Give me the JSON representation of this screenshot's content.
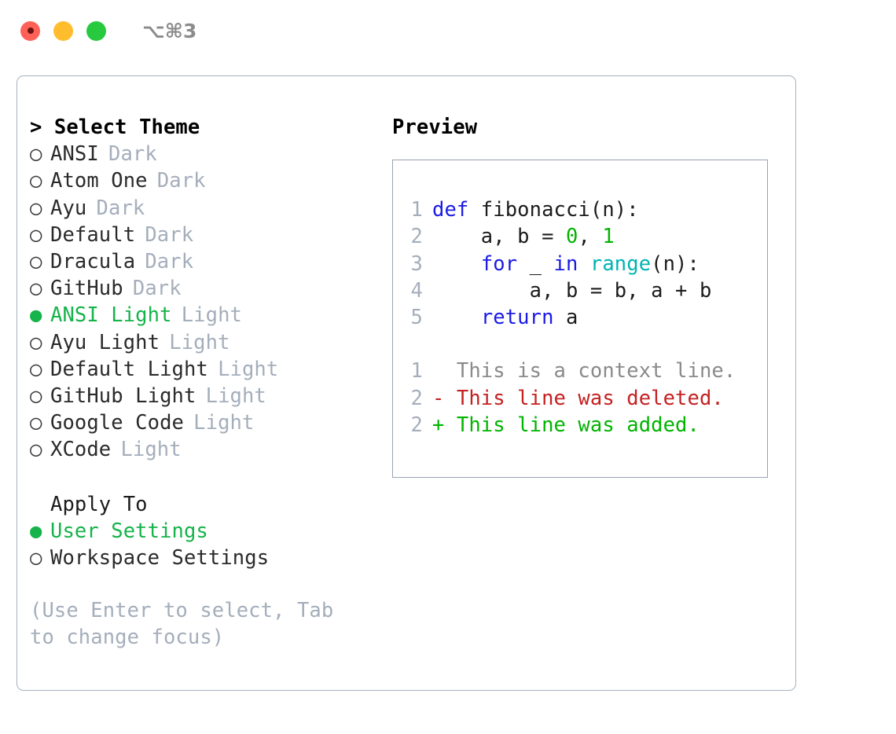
{
  "titlebar": {
    "buttons": [
      {
        "name": "close",
        "color": "#ff6159"
      },
      {
        "name": "minimize",
        "color": "#ffbd2e"
      },
      {
        "name": "maximize",
        "color": "#27c93f"
      }
    ],
    "shortcut": "⌥⌘3"
  },
  "theme_picker": {
    "heading": "> Select Theme",
    "selected_bullet": "●",
    "unselected_bullet": "○",
    "accent_color": "#16b34a",
    "tag_color": "#a4aebb",
    "items": [
      {
        "label": "ANSI",
        "tag": "Dark",
        "selected": false
      },
      {
        "label": "Atom One",
        "tag": "Dark",
        "selected": false
      },
      {
        "label": "Ayu",
        "tag": "Dark",
        "selected": false
      },
      {
        "label": "Default",
        "tag": "Dark",
        "selected": false
      },
      {
        "label": "Dracula",
        "tag": "Dark",
        "selected": false
      },
      {
        "label": "GitHub",
        "tag": "Dark",
        "selected": false
      },
      {
        "label": "ANSI Light",
        "tag": "Light",
        "selected": true
      },
      {
        "label": "Ayu Light",
        "tag": "Light",
        "selected": false
      },
      {
        "label": "Default Light",
        "tag": "Light",
        "selected": false
      },
      {
        "label": "GitHub Light",
        "tag": "Light",
        "selected": false
      },
      {
        "label": "Google Code",
        "tag": "Light",
        "selected": false
      },
      {
        "label": "XCode",
        "tag": "Light",
        "selected": false
      }
    ]
  },
  "apply_to": {
    "title": "Apply To",
    "items": [
      {
        "label": "User Settings",
        "selected": true
      },
      {
        "label": "Workspace Settings",
        "selected": false
      }
    ]
  },
  "hint": "(Use Enter to select, Tab to change focus)",
  "preview": {
    "heading": "Preview",
    "code_lines": [
      {
        "number": "1",
        "tokens": [
          {
            "text": "def",
            "kind": "kw"
          },
          {
            "text": " fibonacci(n):",
            "kind": "txt"
          }
        ]
      },
      {
        "number": "2",
        "tokens": [
          {
            "text": "    a, b = ",
            "kind": "txt"
          },
          {
            "text": "0",
            "kind": "num"
          },
          {
            "text": ", ",
            "kind": "txt"
          },
          {
            "text": "1",
            "kind": "num"
          }
        ]
      },
      {
        "number": "3",
        "tokens": [
          {
            "text": "    ",
            "kind": "txt"
          },
          {
            "text": "for",
            "kind": "kw"
          },
          {
            "text": " _ ",
            "kind": "txt"
          },
          {
            "text": "in",
            "kind": "kw"
          },
          {
            "text": " ",
            "kind": "txt"
          },
          {
            "text": "range",
            "kind": "fn"
          },
          {
            "text": "(n):",
            "kind": "txt"
          }
        ]
      },
      {
        "number": "4",
        "tokens": [
          {
            "text": "        a, b = b, a + b",
            "kind": "txt"
          }
        ]
      },
      {
        "number": "5",
        "tokens": [
          {
            "text": "    ",
            "kind": "txt"
          },
          {
            "text": "return",
            "kind": "kw"
          },
          {
            "text": " a",
            "kind": "txt"
          }
        ]
      }
    ],
    "diff_lines": [
      {
        "number": "1",
        "marker": " ",
        "text": " This is a context line.",
        "kind": "ctx"
      },
      {
        "number": "2",
        "marker": "-",
        "text": " This line was deleted.",
        "kind": "del"
      },
      {
        "number": "2",
        "marker": "+",
        "text": " This line was added.",
        "kind": "add"
      }
    ]
  }
}
